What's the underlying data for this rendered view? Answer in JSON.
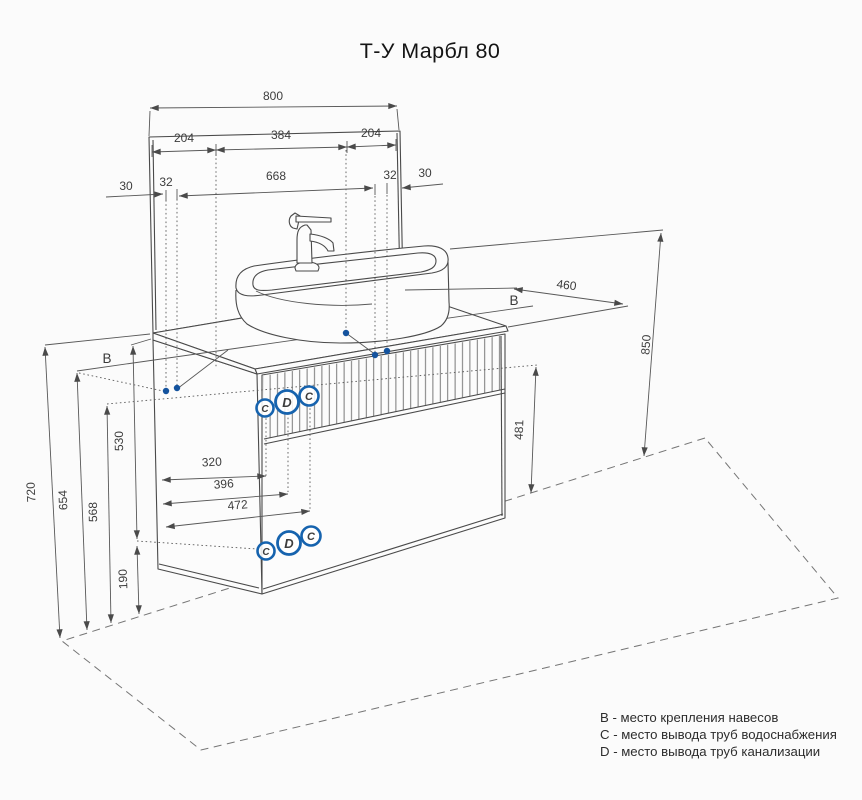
{
  "title": "Т-У Марбл 80",
  "colors": {
    "accent_blue": "#1663ae",
    "line": "#4a4a4a"
  },
  "dims": {
    "overall_width": "800",
    "top_segments": [
      "204",
      "384",
      "204"
    ],
    "edge_offsets": {
      "left_30": "30",
      "left_32": "32",
      "span_668": "668",
      "right_32": "32",
      "right_30": "30"
    },
    "countertop_depth": "460",
    "overall_height": "850",
    "outlet_height": "481",
    "left_heights": {
      "h720": "720",
      "h654": "654",
      "h568": "568",
      "h530": "530",
      "h190": "190"
    },
    "outlet_widths": [
      "320",
      "396",
      "472"
    ]
  },
  "markers": {
    "bracket": "B",
    "water": "C",
    "drain": "D"
  },
  "legend": [
    "B - место крепления навесов",
    "C - место вывода труб водоснабжения",
    "D - место вывода труб канализации"
  ]
}
